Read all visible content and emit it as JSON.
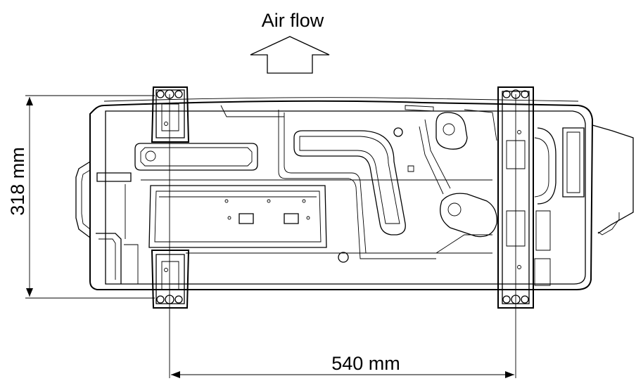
{
  "diagram": {
    "airflow_label": "Air flow",
    "height_label": "318 mm",
    "width_label": "540 mm"
  },
  "colors": {
    "line": "#000000",
    "background": "#ffffff"
  }
}
